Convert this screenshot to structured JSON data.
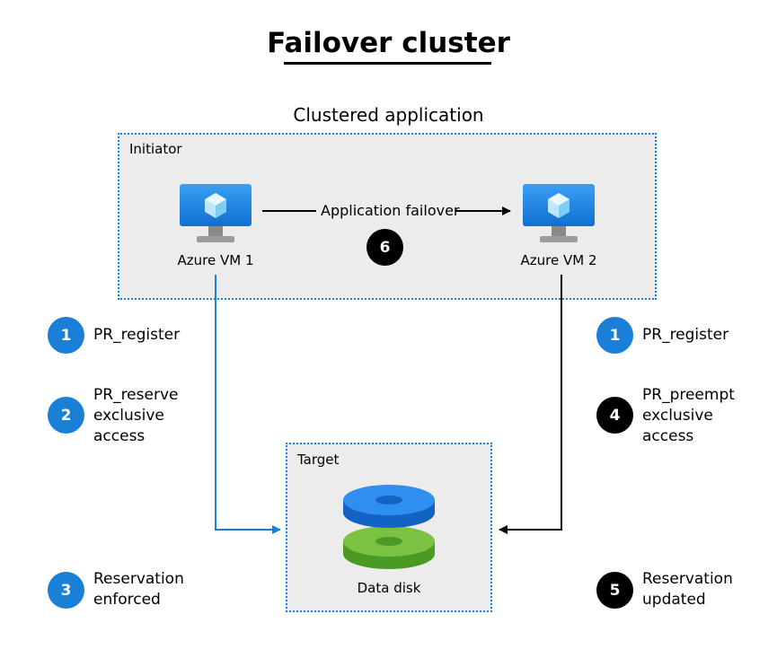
{
  "title": "Failover cluster",
  "subtitle": "Clustered application",
  "initiator": {
    "label": "Initiator"
  },
  "target": {
    "label": "Target",
    "disk_label": "Data disk"
  },
  "vms": [
    {
      "label": "Azure VM 1"
    },
    {
      "label": "Azure VM 2"
    }
  ],
  "failover": {
    "label": "Application failover",
    "step": "6"
  },
  "left_steps": [
    {
      "num": "1",
      "text": "PR_register",
      "color": "#1a7fd6"
    },
    {
      "num": "2",
      "text": "PR_reserve\nexclusive\naccess",
      "color": "#1a7fd6"
    },
    {
      "num": "3",
      "text": "Reservation\nenforced",
      "color": "#1a7fd6"
    }
  ],
  "right_steps": [
    {
      "num": "1",
      "text": "PR_register",
      "color": "#1a7fd6"
    },
    {
      "num": "4",
      "text": "PR_preempt\nexclusive\naccess",
      "color": "#000000"
    },
    {
      "num": "5",
      "text": "Reservation\nupdated",
      "color": "#000000"
    }
  ],
  "colors": {
    "accent": "#1a7fd6",
    "box_fill": "#ececec",
    "disk_top": "#2f8ff0",
    "disk_bottom": "#7bc242"
  }
}
